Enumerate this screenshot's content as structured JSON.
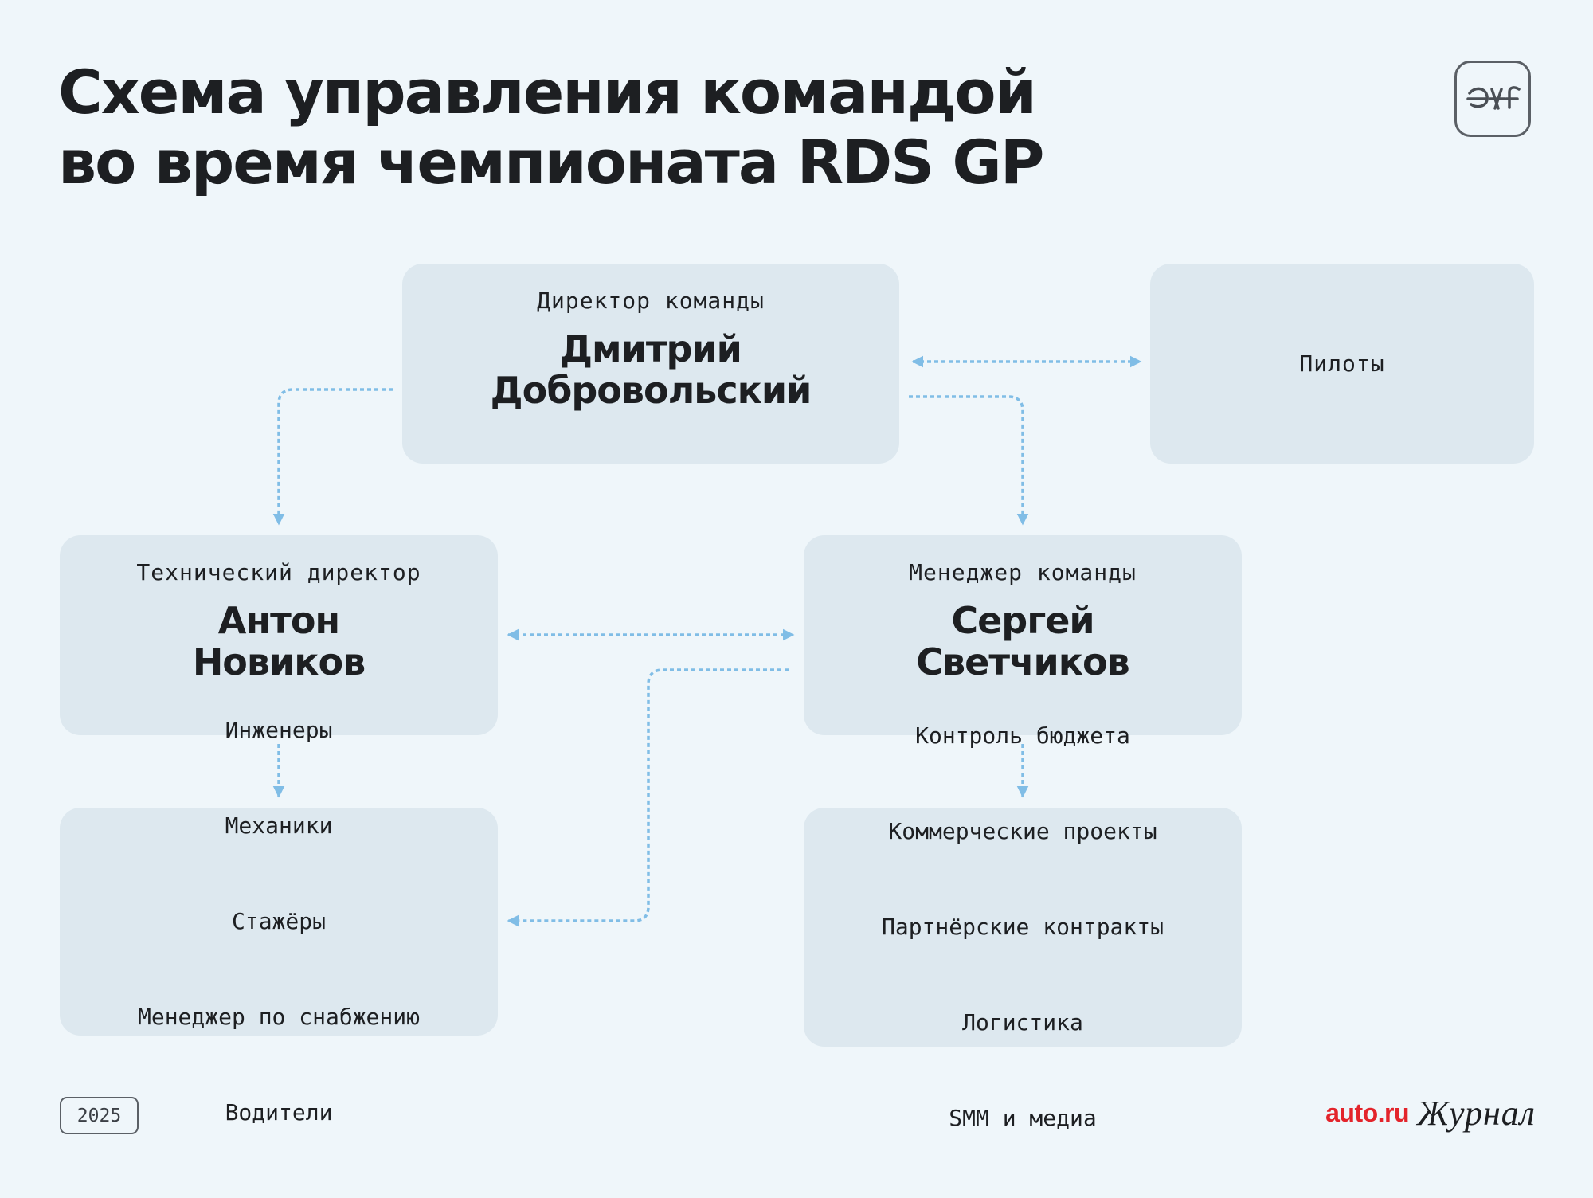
{
  "header": {
    "title_line1": "Схема управления командой",
    "title_line2": "во время чемпионата RDS GP",
    "logo_icon": "jf-monogram-icon",
    "logo_text": "ЭЖ"
  },
  "nodes": {
    "director": {
      "role": "Директор команды",
      "name_line1": "Дмитрий",
      "name_line2": "Добровольский"
    },
    "pilots": {
      "label": "Пилоты"
    },
    "tech_director": {
      "role": "Технический директор",
      "name_line1": "Антон",
      "name_line2": "Новиков"
    },
    "team_manager": {
      "role": "Менеджер команды",
      "name_line1": "Сергей",
      "name_line2": "Светчиков"
    },
    "tech_staff": [
      "Инженеры",
      "Механики",
      "Стажёры",
      "Менеджер по снабжению",
      "Водители"
    ],
    "manager_duties": [
      "Контроль бюджета",
      "Коммерческие проекты",
      "Партнёрские контракты",
      "Логистика",
      "SMM и медиа"
    ]
  },
  "edges": [
    {
      "from": "director",
      "to": "pilots",
      "direction": "both"
    },
    {
      "from": "director",
      "to": "tech_director",
      "direction": "forward"
    },
    {
      "from": "director",
      "to": "team_manager",
      "direction": "forward"
    },
    {
      "from": "tech_director",
      "to": "team_manager",
      "direction": "both"
    },
    {
      "from": "tech_director",
      "to": "tech_staff",
      "direction": "forward"
    },
    {
      "from": "team_manager",
      "to": "manager_duties",
      "direction": "forward"
    },
    {
      "from": "team_manager",
      "to": "tech_staff",
      "direction": "forward"
    }
  ],
  "colors": {
    "background": "#eff6fa",
    "box": "#dde8ef",
    "connector": "#80bde6",
    "brand_red": "#e3242b",
    "text": "#1d1f22"
  },
  "footer": {
    "year": "2025",
    "brand_auto": "auto.ru",
    "brand_journal": "Журнал"
  }
}
